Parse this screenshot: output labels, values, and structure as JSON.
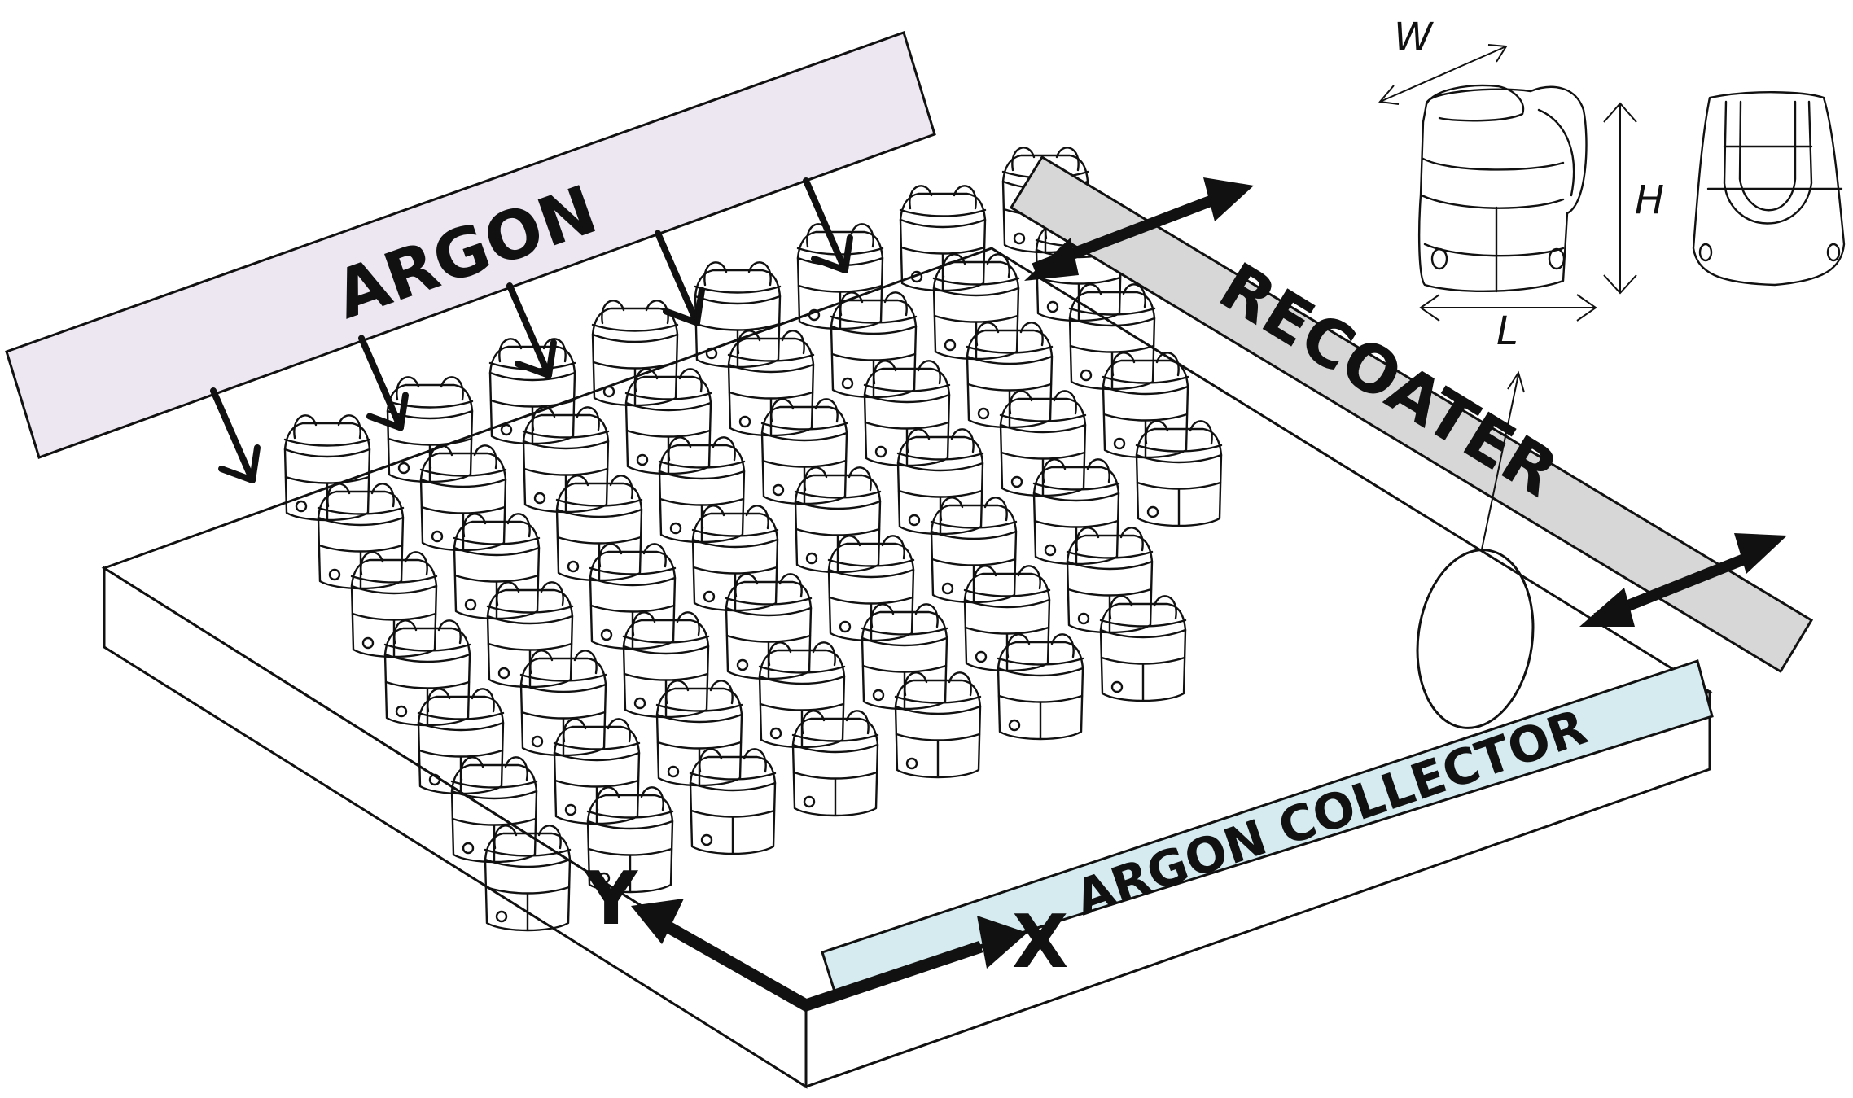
{
  "labels": {
    "argon": "ARGON",
    "recoater": "RECOATER",
    "argon_collector": "ARGON COLLECTOR",
    "axis_x": "X",
    "axis_y": "Y",
    "dim_w": "W",
    "dim_h": "H",
    "dim_l": "L"
  },
  "colors": {
    "argon_bar": "#ece7f1",
    "recoater_bar": "#d7d7d7",
    "collector_bar": "#d5ebf0",
    "outline": "#111111",
    "part_fill": "#ffffff"
  },
  "layout": {
    "part_rows": [
      {
        "count": 7
      },
      {
        "count": 7
      },
      {
        "count": 7
      },
      {
        "count": 7
      },
      {
        "count": 7
      },
      {
        "count": 7
      },
      {
        "count": 7
      },
      {
        "count": 5
      }
    ],
    "highlighted_part": "row-5-col-7",
    "argon_arrows": 5,
    "icons": [
      "argon-arrow-icon",
      "recoater-motion-arrow-icon",
      "axis-arrow-icon",
      "part-icon"
    ]
  }
}
